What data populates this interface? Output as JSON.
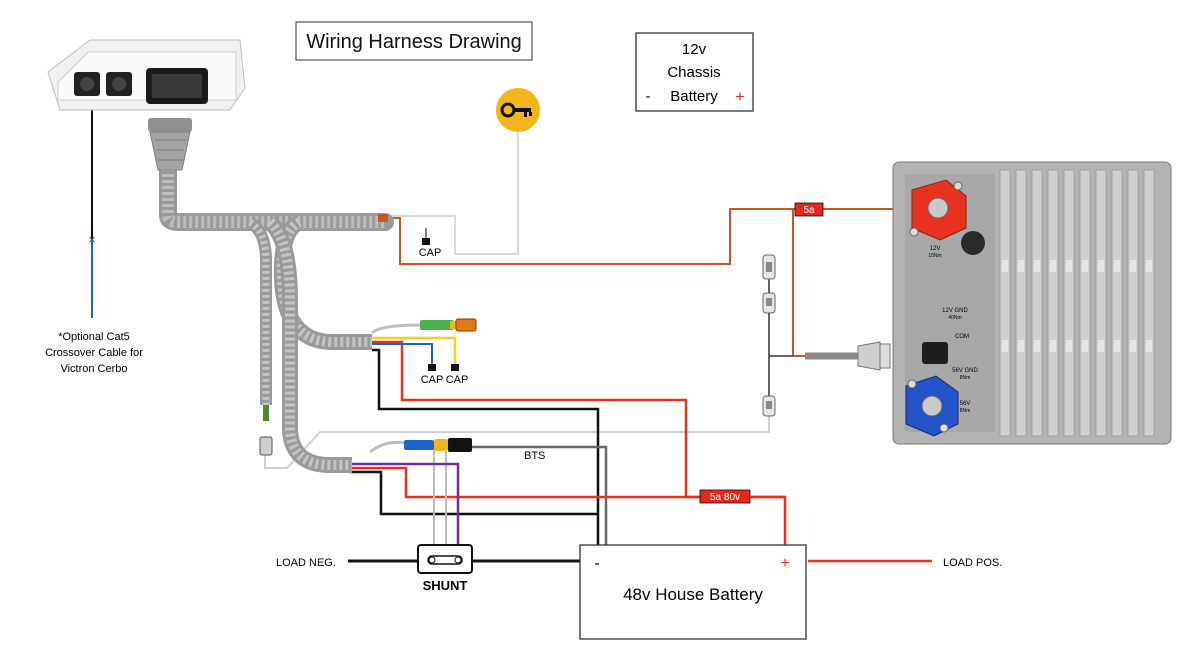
{
  "title": "Wiring Harness Drawing",
  "chassis_battery": {
    "line1": "12v",
    "line2": "Chassis",
    "neg": "-",
    "label": "Battery",
    "pos": "+"
  },
  "cat5_note": {
    "line1": "*Optional Cat5",
    "line2": "Crossover Cable for",
    "line3": "Victron Cerbo"
  },
  "wire_labels": {
    "cap_top": "CAP",
    "cap_left": "CAP",
    "cap_right": "CAP",
    "bts": "BTS",
    "load_neg": "LOAD NEG.",
    "load_pos": "LOAD POS.",
    "shunt": "SHUNT"
  },
  "fuses": {
    "fuse_12v": "5a",
    "fuse_48v": "5a 80v"
  },
  "house_battery": {
    "label": "48v House Battery",
    "neg": "-",
    "pos": "+"
  },
  "dcdc_unit": {
    "terminal_12v": "12V",
    "terminal_12v_torque": "15Nm",
    "gnd_12v": "12V GND",
    "gnd_12v_torque": "40Nm",
    "comm": "COM",
    "gnd_56v": "56V GND",
    "gnd_56v_torque": "8Nm",
    "terminal_56v": "56V",
    "terminal_56v_torque": "8Nm"
  },
  "colors": {
    "red_wire": "#e8321e",
    "orange_wire": "#c8561e",
    "black_wire": "#111111",
    "gray_wire": "#bdbdbd",
    "blue_wire": "#1a63c7",
    "yellow_wire": "#f3d21c",
    "purple_wire": "#6a2fa0",
    "key_yellow": "#f2b61c",
    "fuse_red": "#e5281c",
    "terminal_red": "#e8321e",
    "terminal_blue": "#2452c9",
    "dcdc_gray": "#a8a8a8"
  },
  "icons": {
    "ignition": "key-icon",
    "controller": "controller-box",
    "shunt": "shunt-icon"
  }
}
